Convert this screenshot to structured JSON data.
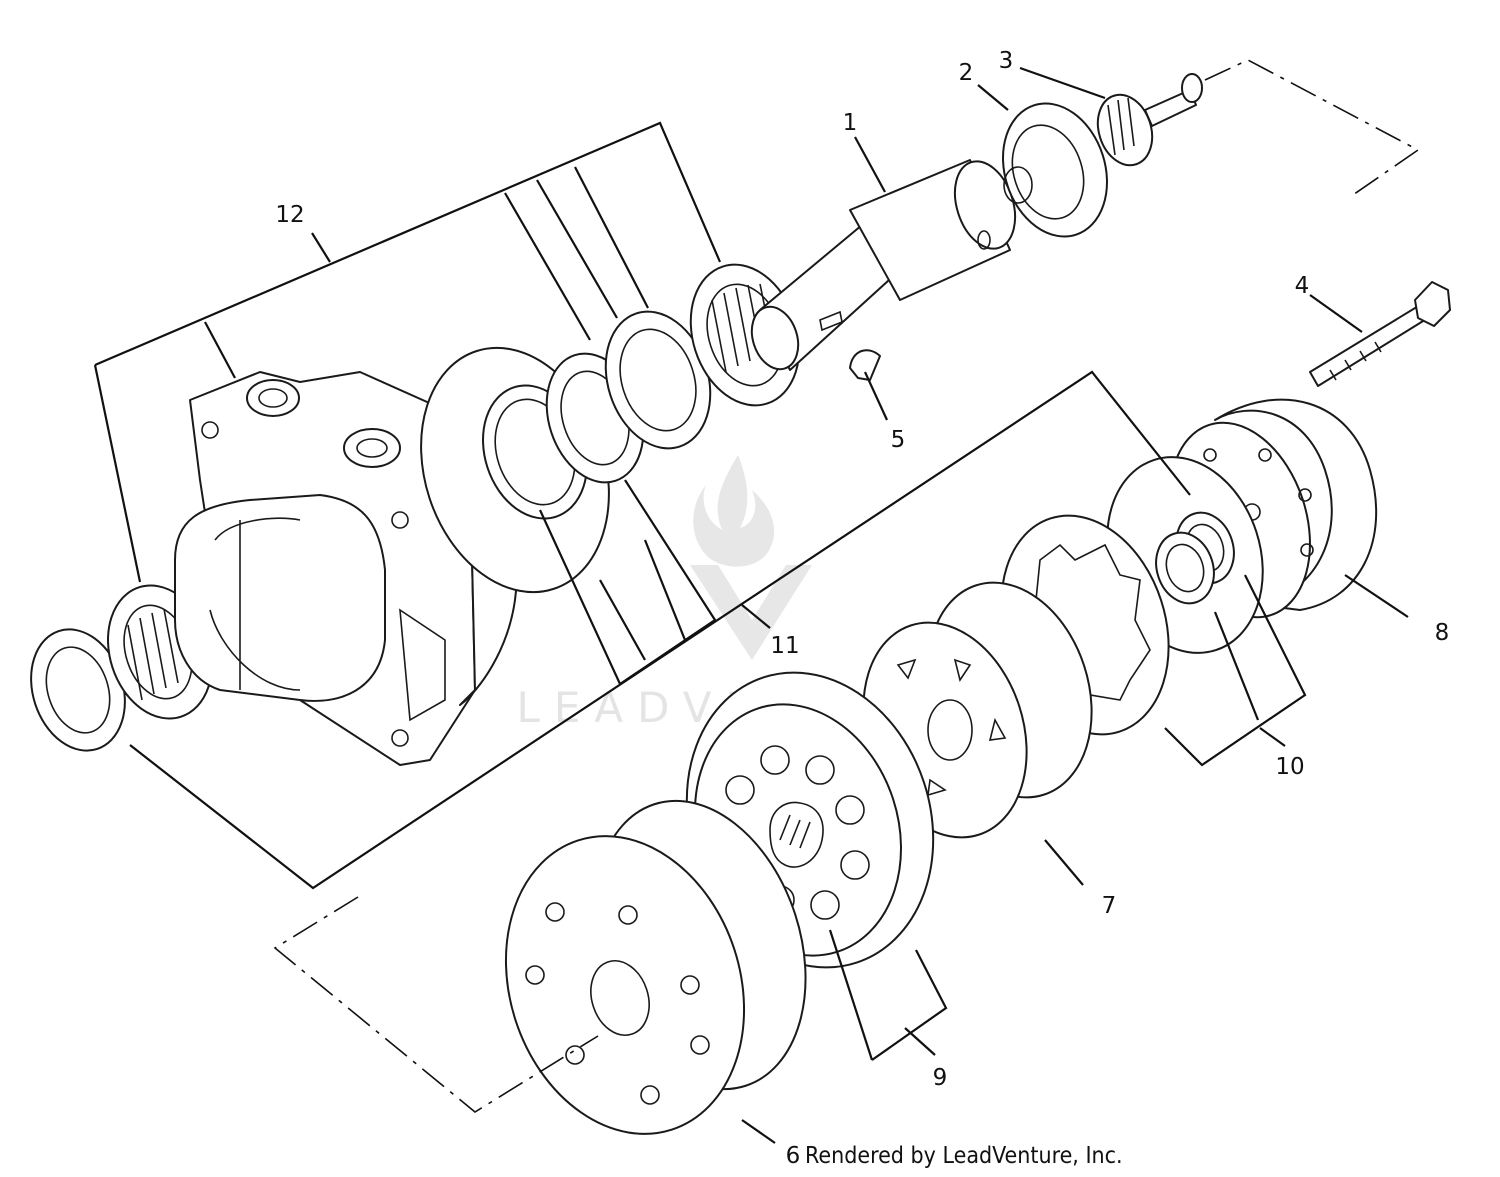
{
  "callouts": [
    "1",
    "2",
    "3",
    "4",
    "5",
    "6",
    "7",
    "8",
    "9",
    "10",
    "11",
    "12"
  ],
  "credit": "Rendered by LeadVenture, Inc.",
  "watermark": "LEADVENTURE"
}
